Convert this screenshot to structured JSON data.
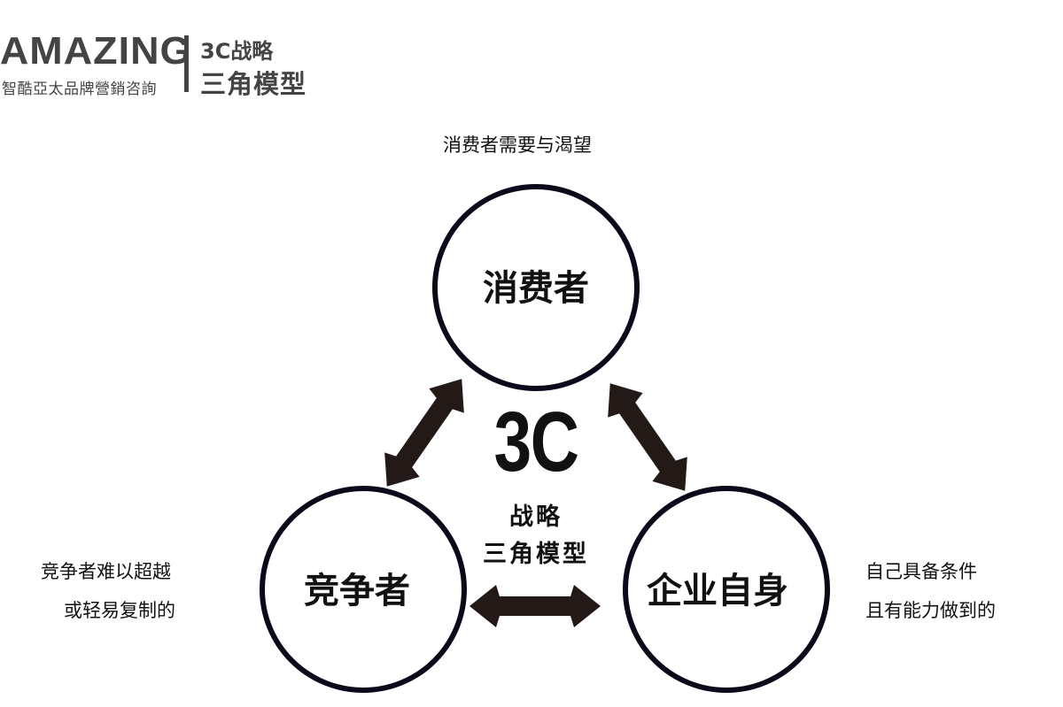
{
  "header": {
    "brand": "AMAZING",
    "brand_sub": "智酷亞太品牌營銷咨詢",
    "title_line1": "3C战略",
    "title_line2": "三角模型"
  },
  "diagram": {
    "center_title": "3C",
    "center_sub1": "战略",
    "center_sub2": "三角模型",
    "nodes": {
      "consumer": {
        "label": "消费者",
        "note": "消费者需要与渴望"
      },
      "competitor": {
        "label": "竞争者",
        "note_line1": "竞争者难以超越",
        "note_line2": "或轻易复制的"
      },
      "company": {
        "label": "企业自身",
        "note_line1": "自己具备条件",
        "note_line2": "且有能力做到的"
      }
    },
    "arrow_color": "#231a17",
    "circle_color": "#0a0a1a"
  }
}
